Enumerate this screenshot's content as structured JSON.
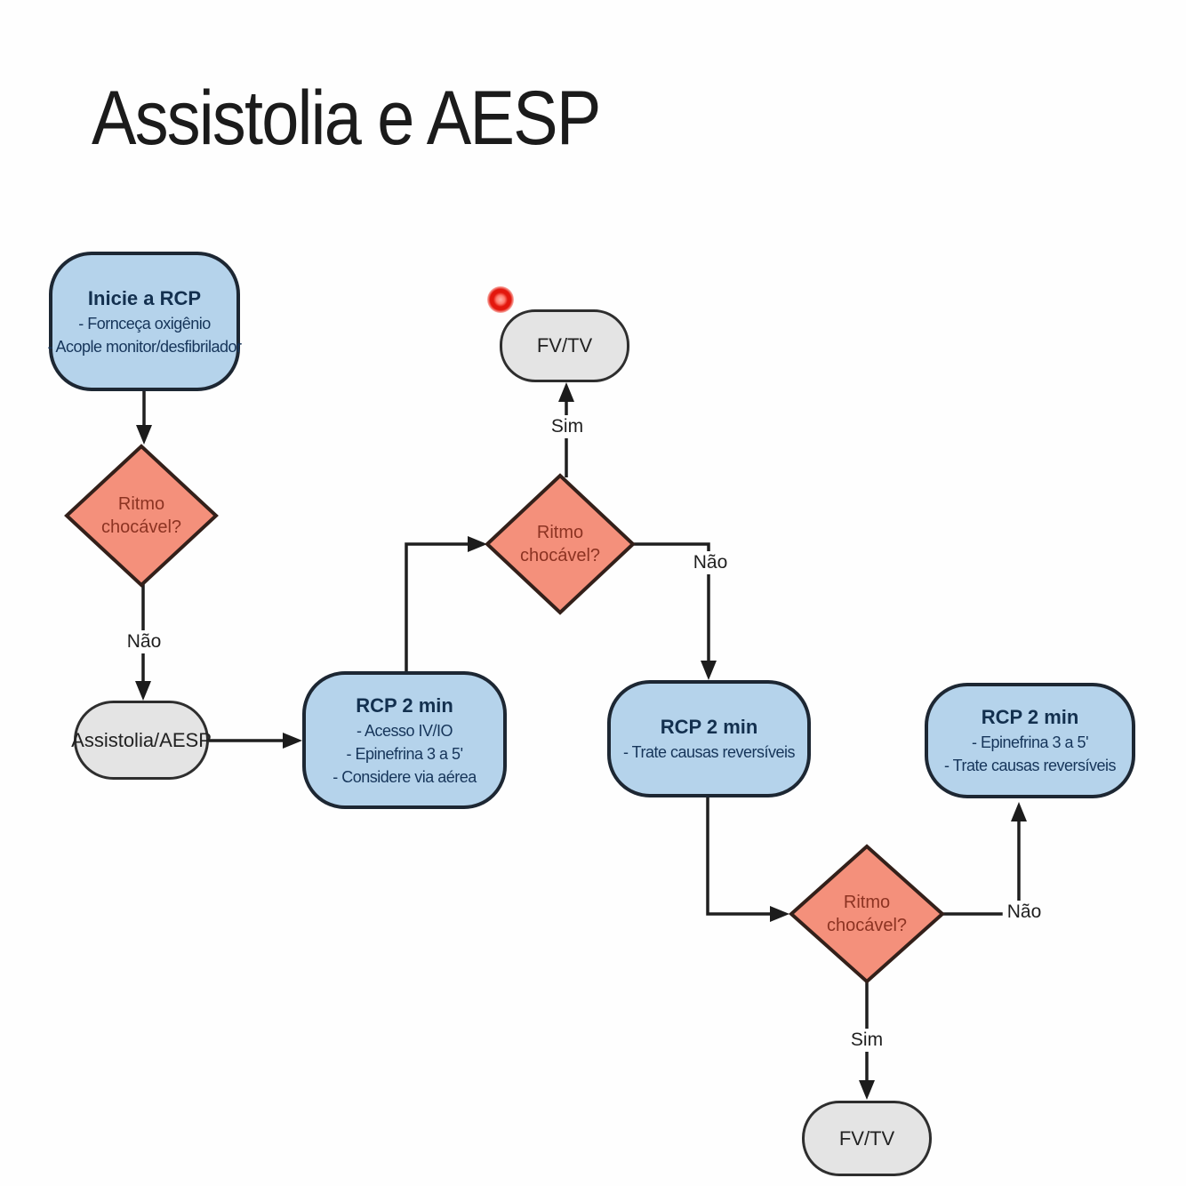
{
  "title": "Assistolia e AESP",
  "colors": {
    "node_blue_fill": "#b5d3eb",
    "node_gray_fill": "#e4e4e4",
    "diamond_fill": "#f4907b",
    "line": "#1f1f1f",
    "blue_text": "#13304f",
    "diamond_text": "#8c3322",
    "laser_red": "#e3170d"
  },
  "nodes": {
    "start": {
      "heading": "Inicie a RCP",
      "items": [
        "- Fornceça oxigênio",
        "- Acople monitor/desfibrilador"
      ]
    },
    "decision1": {
      "line1": "Ritmo",
      "line2": "chocável?"
    },
    "assistolia": {
      "label": "Assistolia/AESP"
    },
    "rcp_left": {
      "heading": "RCP 2 min",
      "items": [
        "- Acesso IV/IO",
        "- Epinefrina 3 a 5'",
        "- Considere via aérea"
      ]
    },
    "decision2": {
      "line1": "Ritmo",
      "line2": "chocável?"
    },
    "fvtv_top": {
      "label": "FV/TV"
    },
    "rcp_middle": {
      "heading": "RCP 2 min",
      "items": [
        "- Trate causas reversíveis"
      ]
    },
    "decision3": {
      "line1": "Ritmo",
      "line2": "chocável?"
    },
    "rcp_right": {
      "heading": "RCP 2 min",
      "items": [
        "- Epinefrina 3 a 5'",
        "- Trate causas reversíveis"
      ]
    },
    "fvtv_bottom": {
      "label": "FV/TV"
    }
  },
  "edge_labels": {
    "no_1": "Não",
    "yes_top": "Sim",
    "no_2": "Não",
    "no_3": "Não",
    "yes_bottom": "Sim"
  }
}
